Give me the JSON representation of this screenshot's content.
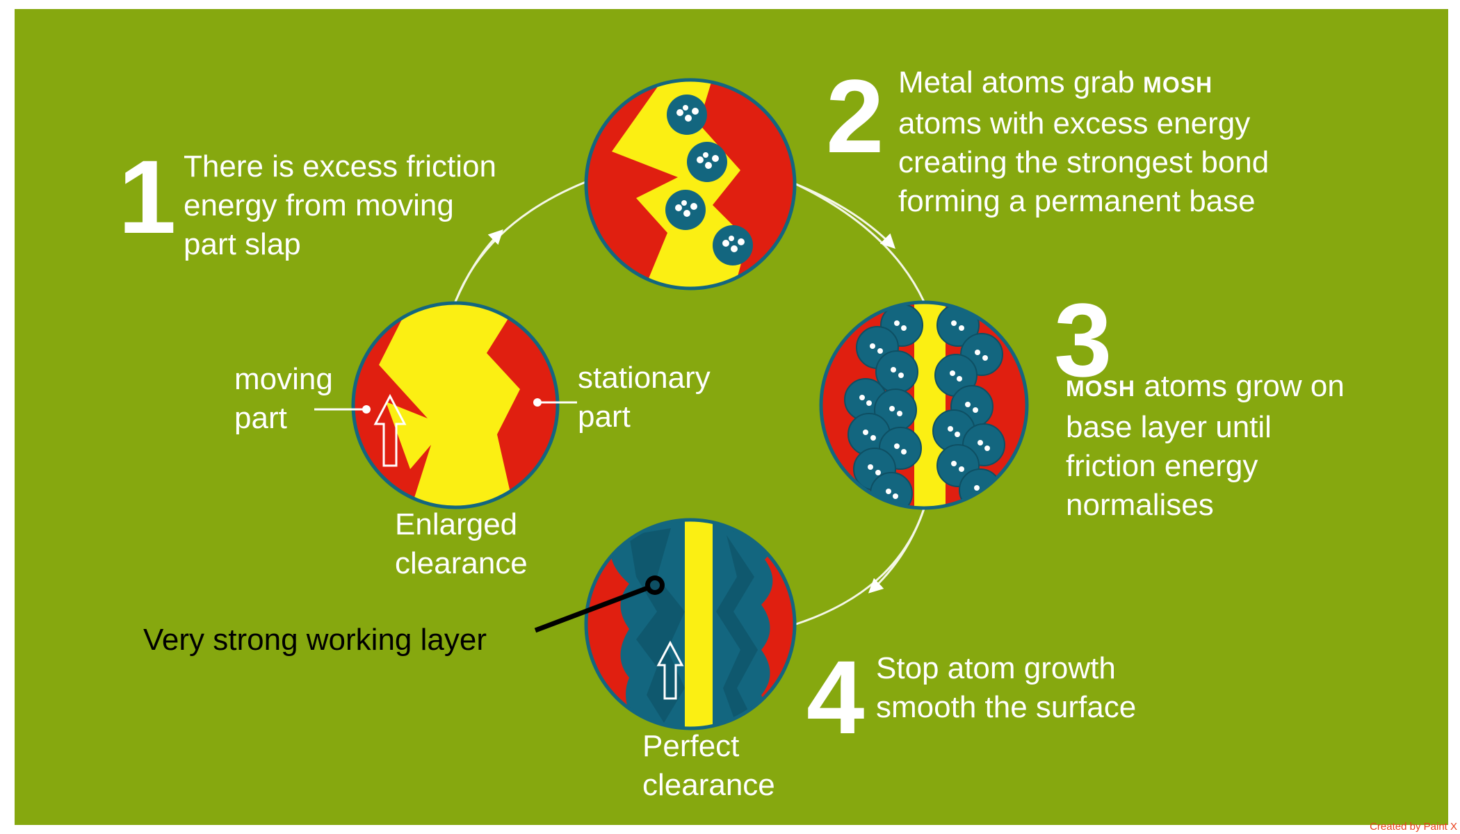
{
  "steps": [
    {
      "number": "1",
      "lines": [
        "There is excess friction",
        "energy from moving",
        "part slap"
      ]
    },
    {
      "number": "2",
      "line1_pre": "Metal atoms grab ",
      "line1_bold": "MOSH",
      "lines": [
        "atoms with excess energy",
        "creating the strongest bond",
        "forming a permanent base"
      ]
    },
    {
      "number": "3",
      "line1_bold": "MOSH",
      "line1_post": " atoms grow on",
      "lines": [
        "base layer until",
        "friction energy",
        "normalises"
      ]
    },
    {
      "number": "4",
      "lines": [
        "Stop atom growth",
        "smooth the surface"
      ]
    }
  ],
  "labels": {
    "moving_part": [
      "moving",
      "part"
    ],
    "stationary_part": [
      "stationary",
      "part"
    ],
    "enlarged_clearance": [
      "Enlarged",
      "clearance"
    ],
    "perfect_clearance": [
      "Perfect",
      "clearance"
    ],
    "working_layer": "Very strong working layer"
  },
  "credit": "Created by Paint X",
  "colors": {
    "background": "#86a80f",
    "red": "#e01f10",
    "yellow": "#fbef13",
    "teal": "#13667f",
    "teal_dark": "#0e4f63",
    "white": "#ffffff"
  }
}
